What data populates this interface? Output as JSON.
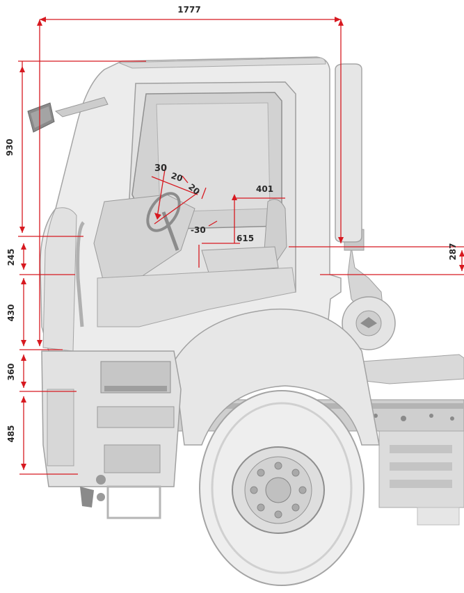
{
  "colors": {
    "dimension_line": "#d71920",
    "label_text": "#2a2a2a",
    "truck_body": "#e9e9e9",
    "truck_shade": "#bdbdbd",
    "truck_dark": "#7d7d7d"
  },
  "dimensions": {
    "overall_length": "1777",
    "cab_height": "930",
    "step_upper": "245",
    "step_mid": "430",
    "step_lower_1": "360",
    "step_lower_2": "485",
    "seat_offset": "287",
    "steering_angle": "30",
    "steering_adjust_a": "20",
    "steering_adjust_b": "20",
    "steering_tilt": "-30",
    "pedal_to_seat": "401",
    "seat_to_floor": "615"
  }
}
